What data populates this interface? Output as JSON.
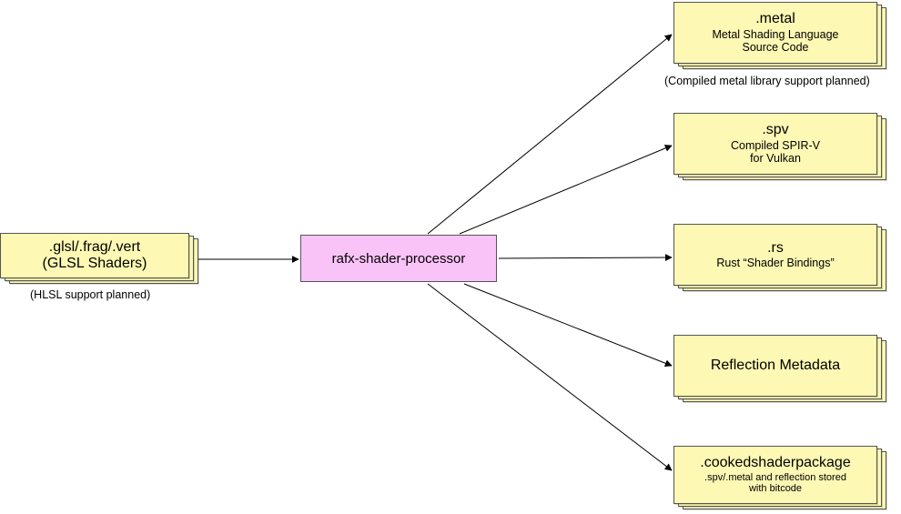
{
  "input": {
    "title": ".glsl/.frag/.vert",
    "subtitle": "(GLSL Shaders)",
    "note": "(HLSL support planned)"
  },
  "processor": {
    "label": "rafx-shader-processor"
  },
  "outputs": {
    "metal": {
      "title": ".metal",
      "line1": "Metal Shading Language",
      "line2": "Source Code",
      "note": "(Compiled metal library support planned)"
    },
    "spv": {
      "title": ".spv",
      "line1": "Compiled SPIR-V",
      "line2": "for Vulkan"
    },
    "rs": {
      "title": ".rs",
      "line1": "Rust “Shader Bindings”"
    },
    "reflection": {
      "title": "Reflection Metadata"
    },
    "cooked": {
      "title": ".cookedshaderpackage",
      "line1": ".spv/.metal and reflection stored",
      "line2": "with bitcode"
    }
  },
  "colors": {
    "note_fill": "#fdf8b4",
    "processor_fill": "#f9c3f7"
  }
}
